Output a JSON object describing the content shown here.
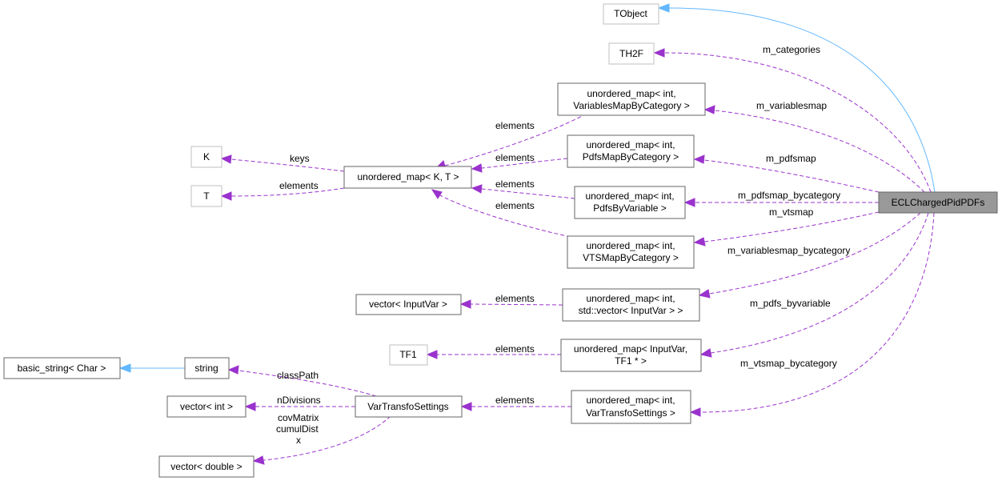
{
  "nodes": {
    "tobject": "TObject",
    "th2f": "TH2F",
    "um_vars_cat": [
      "unordered_map< int,",
      "VariablesMapByCategory >"
    ],
    "um_pdfs_cat": [
      "unordered_map< int,",
      "PdfsMapByCategory >"
    ],
    "um_pdfs_var": [
      "unordered_map< int,",
      "PdfsByVariable >"
    ],
    "um_vts_cat": [
      "unordered_map< int,",
      "VTSMapByCategory >"
    ],
    "um_kt": "unordered_map< K, T >",
    "k": "K",
    "t": "T",
    "main": "ECLChargedPidPDFs",
    "vec_inputvar": "vector< InputVar >",
    "um_stdvec": [
      "unordered_map< int,",
      "std::vector< InputVar > >"
    ],
    "tf1": "TF1",
    "um_inputvar_tf1": [
      "unordered_map< InputVar,",
      "TF1 * >"
    ],
    "basic_string": "basic_string< Char >",
    "string": "string",
    "var_transfo": "VarTransfoSettings",
    "um_vts": [
      "unordered_map< int,",
      "VarTransfoSettings >"
    ],
    "vec_int": "vector< int >",
    "vec_double": "vector< double >"
  },
  "edges": {
    "m_categories": "m_categories",
    "m_variablesmap": "m_variablesmap",
    "m_pdfsmap": "m_pdfsmap",
    "m_pdfsmap_bycategory": "m_pdfsmap_bycategory",
    "m_vtsmap": "m_vtsmap",
    "m_variablesmap_bycategory": "m_variablesmap_bycategory",
    "m_pdfs_byvariable": "m_pdfs_byvariable",
    "m_vtsmap_bycategory": "m_vtsmap_bycategory",
    "elements": "elements",
    "keys": "keys",
    "classPath": "classPath",
    "nDivisions": "nDivisions",
    "covMatrix": "covMatrix",
    "cumulDist": "cumulDist",
    "x": "x"
  },
  "colors": {
    "dependency": "#9a32cd",
    "inheritance": "#63b8ff",
    "main_node_fill": "#999999"
  }
}
